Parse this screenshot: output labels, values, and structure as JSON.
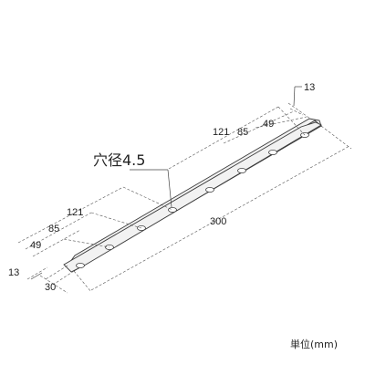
{
  "labels": {
    "hole_diameter": "穴径4.5",
    "unit": "単位(mm)",
    "length": "300",
    "width": "30",
    "edge_top": "13",
    "edge_bottom": "13",
    "spacing_right_121": "121",
    "spacing_right_85": "85",
    "spacing_right_49": "49",
    "spacing_left_121": "121",
    "spacing_left_85": "85",
    "spacing_left_49": "49"
  }
}
